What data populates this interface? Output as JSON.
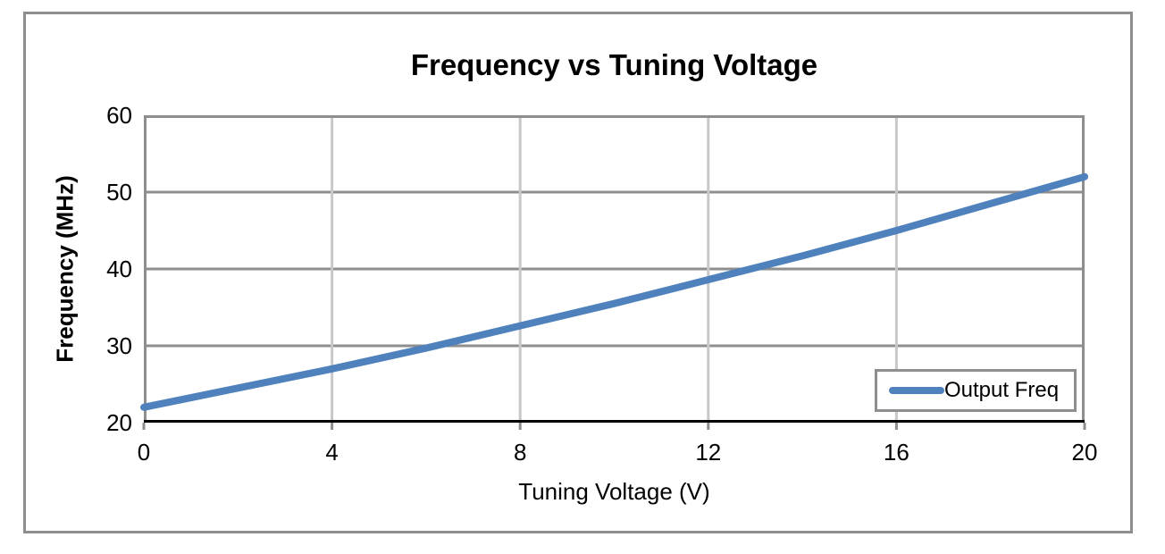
{
  "chart_data": {
    "type": "line",
    "title": "Frequency vs Tuning Voltage",
    "xlabel": "Tuning Voltage (V)",
    "ylabel": "Frequency (MHz)",
    "x": [
      0,
      2,
      4,
      6,
      8,
      10,
      12,
      14,
      16,
      18,
      20
    ],
    "series": [
      {
        "name": "Output Freq",
        "values": [
          22,
          24.5,
          27,
          29.7,
          32.6,
          35.5,
          38.6,
          41.7,
          45,
          48.5,
          52
        ]
      }
    ],
    "xlim": [
      0,
      20
    ],
    "ylim": [
      20,
      60
    ],
    "x_ticks": [
      0,
      4,
      8,
      12,
      16,
      20
    ],
    "y_ticks": [
      20,
      30,
      40,
      50,
      60
    ],
    "grid": true,
    "legend_position": "inside-bottom-right"
  },
  "colors": {
    "line": "#4F81BD",
    "grid_major": "#8E8E8E",
    "grid_minor": "#C8C8C8",
    "axis": "#000000",
    "frame_border": "#8E8E8E",
    "legend_border": "#8E8E8E",
    "background": "#FFFFFF"
  }
}
